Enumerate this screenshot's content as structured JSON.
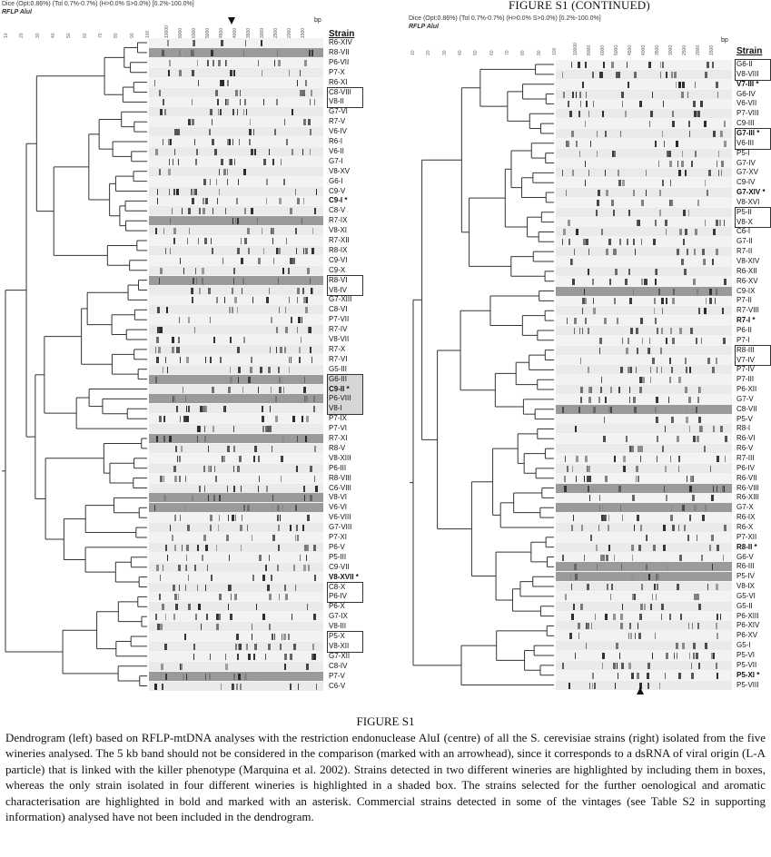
{
  "left_panel": {
    "header_line1": "Dice (Opt:0.86%) (Tol 0.7%-0.7%) (H>0.0% S>0.0%) [0.2%-100.0%]",
    "header_line2": "RFLP AluI",
    "similarity_ticks": [
      "10",
      "20",
      "30",
      "40",
      "50",
      "60",
      "70",
      "80",
      "90",
      "100"
    ],
    "bp_ticks": [
      "10000",
      "8000",
      "6000",
      "5000",
      "4500",
      "4000",
      "3500",
      "3000",
      "2500",
      "2000",
      "1500"
    ],
    "bp_label": "bp",
    "strain_header": "Strain",
    "strains": [
      {
        "name": "R6-XIV"
      },
      {
        "name": "R8-VII"
      },
      {
        "name": "P6-VII"
      },
      {
        "name": "P7-X"
      },
      {
        "name": "R6-XI"
      },
      {
        "name": "C8-VIII",
        "box": "start"
      },
      {
        "name": "V8-II",
        "box": "end"
      },
      {
        "name": "G7-VI"
      },
      {
        "name": "R7-V"
      },
      {
        "name": "V6-IV"
      },
      {
        "name": "R6-I"
      },
      {
        "name": "V6-II"
      },
      {
        "name": "G7-I"
      },
      {
        "name": "V8-XV"
      },
      {
        "name": "G6-I"
      },
      {
        "name": "C9-V"
      },
      {
        "name": "C9-I *",
        "bold": true
      },
      {
        "name": "C8-V"
      },
      {
        "name": "R7-IX"
      },
      {
        "name": "V8-XI"
      },
      {
        "name": "R7-XII"
      },
      {
        "name": "R8-IX"
      },
      {
        "name": "C9-VI"
      },
      {
        "name": "C9-X"
      },
      {
        "name": "R8-VI",
        "box": "start"
      },
      {
        "name": "V8-IV",
        "box": "end"
      },
      {
        "name": "G7-XIII"
      },
      {
        "name": "C8-VI"
      },
      {
        "name": "P7-VII"
      },
      {
        "name": "R7-IV"
      },
      {
        "name": "V8-VII"
      },
      {
        "name": "R7-X"
      },
      {
        "name": "R7-VI"
      },
      {
        "name": "G5-III"
      },
      {
        "name": "G6-III",
        "shade": "start"
      },
      {
        "name": "C9-II *",
        "bold": true,
        "shade": "mid"
      },
      {
        "name": "P6-VIII",
        "shade": "mid"
      },
      {
        "name": "V8-I",
        "shade": "end"
      },
      {
        "name": "P7-IX"
      },
      {
        "name": "P7-VI"
      },
      {
        "name": "R7-XI"
      },
      {
        "name": "R8-V"
      },
      {
        "name": "V8-XIII"
      },
      {
        "name": "P6-III"
      },
      {
        "name": "R8-VIII"
      },
      {
        "name": "C6-VIII"
      },
      {
        "name": "V8-VI"
      },
      {
        "name": "V6-VI"
      },
      {
        "name": "V6-VIII"
      },
      {
        "name": "G7-VIII"
      },
      {
        "name": "P7-XI"
      },
      {
        "name": "P6-V"
      },
      {
        "name": "P5-III"
      },
      {
        "name": "C9-VII"
      },
      {
        "name": "V8-XVII *",
        "bold": true
      },
      {
        "name": "C8-X",
        "box": "start"
      },
      {
        "name": "P6-IV",
        "box": "end"
      },
      {
        "name": "P6-X"
      },
      {
        "name": "G7-IX"
      },
      {
        "name": "V8-III"
      },
      {
        "name": "P5-X",
        "box": "start"
      },
      {
        "name": "V8-XII",
        "box": "end"
      },
      {
        "name": "G7-XII"
      },
      {
        "name": "C8-IV"
      },
      {
        "name": "P7-V"
      },
      {
        "name": "C6-V"
      }
    ]
  },
  "right_panel": {
    "continued_title": "FIGURE S1 (CONTINUED)",
    "header_line1": "Dice (Opt:0.86%) (Tol 0.7%-0.7%) (H>0.0% S>0.0%) [0.2%-100.0%]",
    "header_line2": "RFLP AluI",
    "similarity_ticks": [
      "10",
      "20",
      "30",
      "40",
      "50",
      "60",
      "70",
      "80",
      "90",
      "100"
    ],
    "bp_ticks": [
      "10000",
      "8000",
      "6000",
      "5000",
      "4500",
      "4000",
      "3500",
      "3000",
      "2500",
      "2000",
      "1500"
    ],
    "bp_label": "bp",
    "strain_header": "Strain",
    "strains": [
      {
        "name": "G6-II",
        "box": "start"
      },
      {
        "name": "V8-VIII",
        "box": "end"
      },
      {
        "name": "V7-III *",
        "bold": true
      },
      {
        "name": "G6-IV"
      },
      {
        "name": "V6-VII"
      },
      {
        "name": "P7-VIII"
      },
      {
        "name": "C9-III"
      },
      {
        "name": "G7-III *",
        "bold": true,
        "box": "start"
      },
      {
        "name": "V6-III",
        "box": "end"
      },
      {
        "name": "P5-I"
      },
      {
        "name": "G7-IV"
      },
      {
        "name": "G7-XV"
      },
      {
        "name": "C9-IV"
      },
      {
        "name": "G7-XIV *",
        "bold": true
      },
      {
        "name": "V8-XVI"
      },
      {
        "name": "P5-II",
        "box": "start"
      },
      {
        "name": "V8-X",
        "box": "end"
      },
      {
        "name": "C6-I"
      },
      {
        "name": "G7-II"
      },
      {
        "name": "R7-II"
      },
      {
        "name": "V8-XIV"
      },
      {
        "name": "R6-XII"
      },
      {
        "name": "R6-XV"
      },
      {
        "name": "C9-IX"
      },
      {
        "name": "P7-II"
      },
      {
        "name": "R7-VIII"
      },
      {
        "name": "R7-I *",
        "bold": true
      },
      {
        "name": "P6-II"
      },
      {
        "name": "P7-I"
      },
      {
        "name": "R8-III",
        "box": "start"
      },
      {
        "name": "V7-IV",
        "box": "end"
      },
      {
        "name": "P7-IV"
      },
      {
        "name": "P7-III"
      },
      {
        "name": "P6-XII"
      },
      {
        "name": "G7-V"
      },
      {
        "name": "C8-VII"
      },
      {
        "name": "P5-V"
      },
      {
        "name": "R8-I"
      },
      {
        "name": "R6-VI"
      },
      {
        "name": "R6-V"
      },
      {
        "name": "R7-III"
      },
      {
        "name": "P6-IV"
      },
      {
        "name": "R6-VII"
      },
      {
        "name": "R6-VIII"
      },
      {
        "name": "R6-XIII"
      },
      {
        "name": "G7-X"
      },
      {
        "name": "R6-IX"
      },
      {
        "name": "R6-X"
      },
      {
        "name": "P7-XII"
      },
      {
        "name": "R8-II *",
        "bold": true
      },
      {
        "name": "G6-V"
      },
      {
        "name": "R6-III"
      },
      {
        "name": "P5-IV"
      },
      {
        "name": "V8-IX"
      },
      {
        "name": "G5-VI"
      },
      {
        "name": "G5-II"
      },
      {
        "name": "P6-XIII"
      },
      {
        "name": "P6-XIV"
      },
      {
        "name": "P6-XV"
      },
      {
        "name": "G5-I"
      },
      {
        "name": "P5-VI"
      },
      {
        "name": "P5-VII"
      },
      {
        "name": "P5-XI *",
        "bold": true
      },
      {
        "name": "P5-VIII"
      }
    ]
  },
  "caption": {
    "title": "FIGURE S1",
    "text": "Dendrogram (left) based on RFLP-mtDNA analyses with the restriction endonuclease AluI (centre) of all the S. cerevisiae strains (right) isolated from the five wineries analysed. The 5 kb band should not be considered in the comparison (marked with an arrowhead), since it corresponds to a dsRNA of viral origin (L-A particle) that is linked with the killer phenotype (Marquina et al. 2002). Strains detected in two different wineries are highlighted by including them in boxes, whereas the only strain isolated in four different wineries is highlighted in a shaded box. The strains selected for the further oenological and aromatic characterisation are highlighted in bold and marked with an asterisk. Commercial strains detected in some of the vintages (see Table S2 in supporting information) analysed have not been included in the dendrogram."
  }
}
